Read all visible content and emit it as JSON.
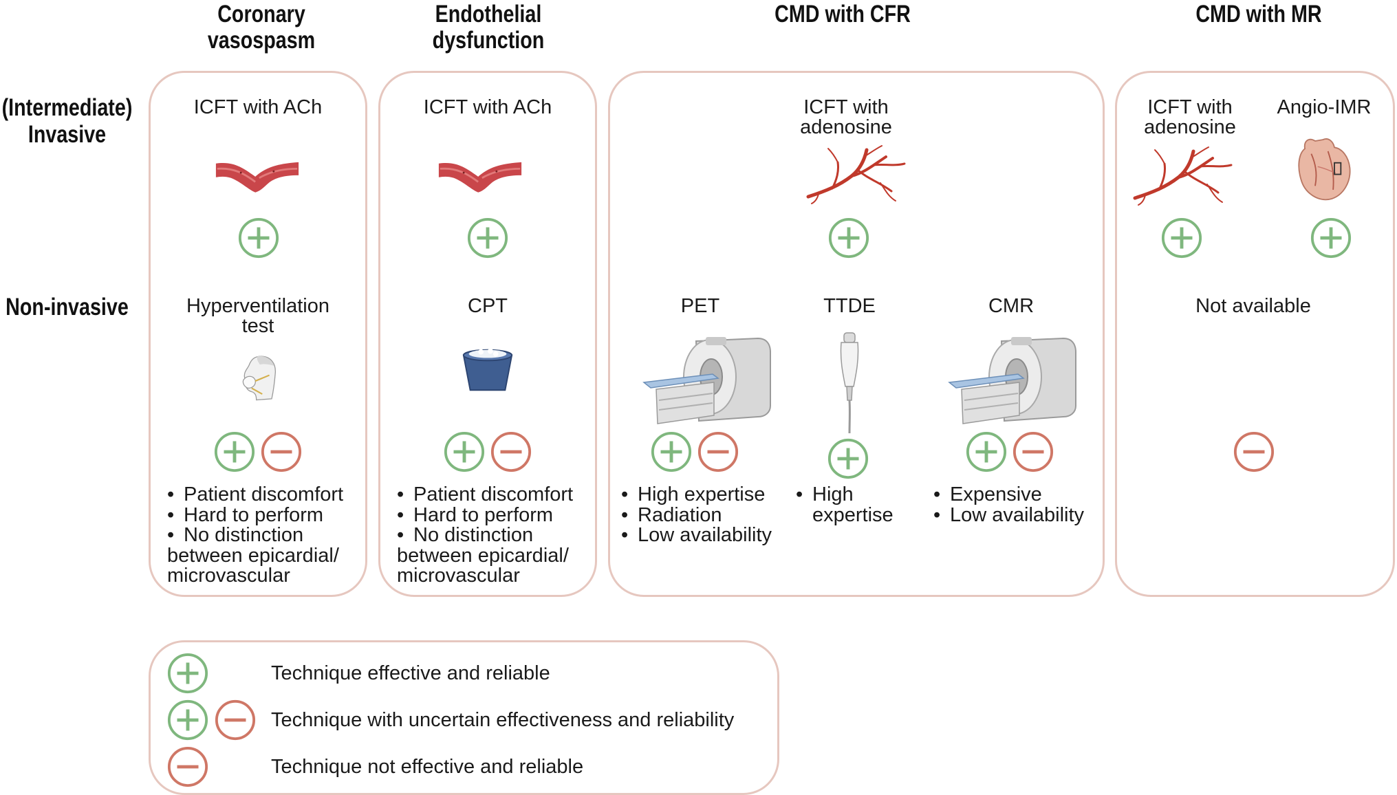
{
  "column_headers": {
    "coronary_vasospasm": [
      "Coronary",
      "vasospasm"
    ],
    "endothelial_dysfunction": [
      "Endothelial",
      "dysfunction"
    ],
    "cmd_cfr": "CMD with CFR",
    "cmd_mr": "CMD with MR"
  },
  "row_headers": {
    "invasive": [
      "(Intermediate)",
      "Invasive"
    ],
    "noninvasive": "Non-invasive"
  },
  "invasive": {
    "vasospasm_test": "ICFT with ACh",
    "endothelial_test": "ICFT with ACh",
    "cfr_test": [
      "ICFT with",
      "adenosine"
    ],
    "mr_test1": [
      "ICFT with",
      "adenosine"
    ],
    "mr_test2": "Angio-IMR"
  },
  "noninvasive": {
    "vasospasm_test": [
      "Hyperventilation",
      "test"
    ],
    "endothelial_test": "CPT",
    "pet": "PET",
    "ttde": "TTDE",
    "cmr": "CMR",
    "mr_unavailable": "Not available",
    "vasospasm_notes": [
      "Patient discomfort",
      "Hard to perform",
      "No distinction",
      "between epicardial/",
      "microvascular"
    ],
    "endothelial_notes": [
      "Patient discomfort",
      "Hard to perform",
      "No distinction",
      "between epicardial/",
      "microvascular"
    ],
    "pet_notes": [
      "High expertise",
      "Radiation",
      "Low availability"
    ],
    "ttde_notes": [
      "High",
      "expertise"
    ],
    "cmr_notes": [
      "Expensive",
      "Low availability"
    ]
  },
  "legend": {
    "effective": "Technique effective and reliable",
    "uncertain": "Technique with uncertain effectiveness and reliability",
    "not_effective": "Technique not effective and reliable"
  },
  "icons": {
    "plus": "plus-circle-icon",
    "minus": "minus-circle-icon",
    "artery": "artery-icon",
    "microvessels": "microvessel-icon",
    "heart": "heart-icon",
    "mask": "mask-face-icon",
    "bucket": "ice-bucket-icon",
    "scanner": "scanner-icon",
    "probe": "ultrasound-probe-icon"
  },
  "colors": {
    "plus": "#7fb77e",
    "minus": "#cf7766",
    "panel_border": "#e6c7bf",
    "vessel": "#c0392b"
  }
}
